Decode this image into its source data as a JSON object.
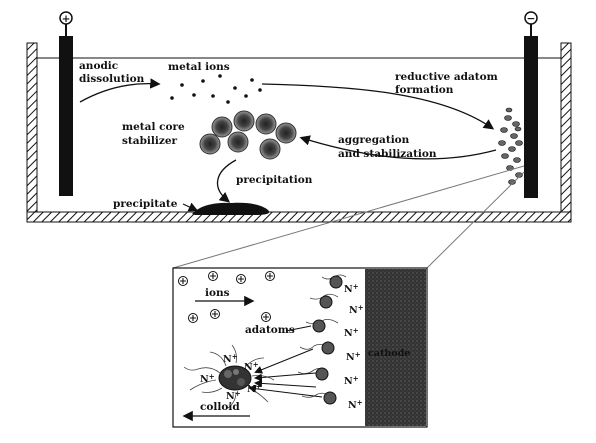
{
  "electrodes": {
    "anode_sign": "+",
    "cathode_sign": "−"
  },
  "labels": {
    "anodic_dissolution_1": "anodic",
    "anodic_dissolution_2": "dissolution",
    "metal_ions": "metal ions",
    "reductive_1": "reductive adatom",
    "reductive_2": "formation",
    "metal_core": "metal core",
    "stabilizer": "stabilizer",
    "aggregation_1": "aggregation",
    "aggregation_2": "and stabilization",
    "precipitation": "precipitation",
    "precipitate": "precipitate"
  },
  "inset": {
    "ions": "ions",
    "adatoms": "adatoms",
    "cathode": "cathode",
    "colloid": "colloid",
    "ion_symbol": "+",
    "n_label": "N",
    "n_charge": "+"
  }
}
